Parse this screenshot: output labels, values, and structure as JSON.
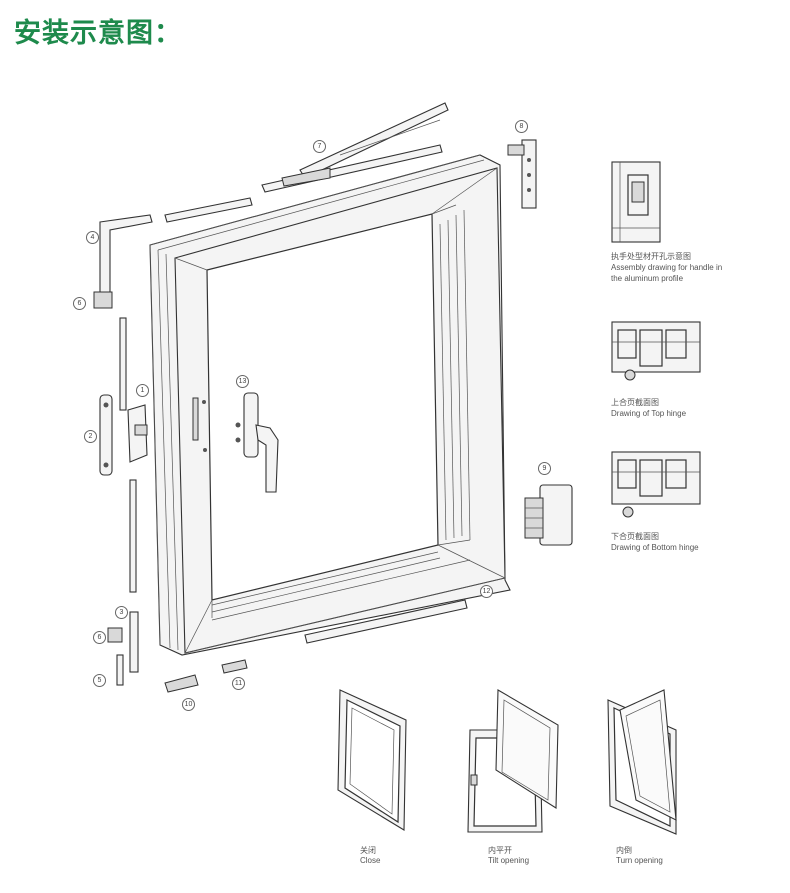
{
  "title": "安装示意图：",
  "part_numbers": [
    "1",
    "2",
    "3",
    "4",
    "5",
    "6",
    "7",
    "8",
    "9",
    "10",
    "11",
    "12",
    "13",
    "6"
  ],
  "right_panels": [
    {
      "zh": "执手处型材开孔示意图",
      "en1": "Assembly drawing for handle in",
      "en2": "the aluminum profile"
    },
    {
      "zh": "上合页截面图",
      "en1": "Drawing of Top hinge"
    },
    {
      "zh": "下合页截面图",
      "en1": "Drawing of Bottom hinge"
    }
  ],
  "openings": [
    {
      "zh": "关闭",
      "en": "Close"
    },
    {
      "zh": "内平开",
      "en": "Tilt opening"
    },
    {
      "zh": "内倒",
      "en": "Turn opening"
    }
  ]
}
